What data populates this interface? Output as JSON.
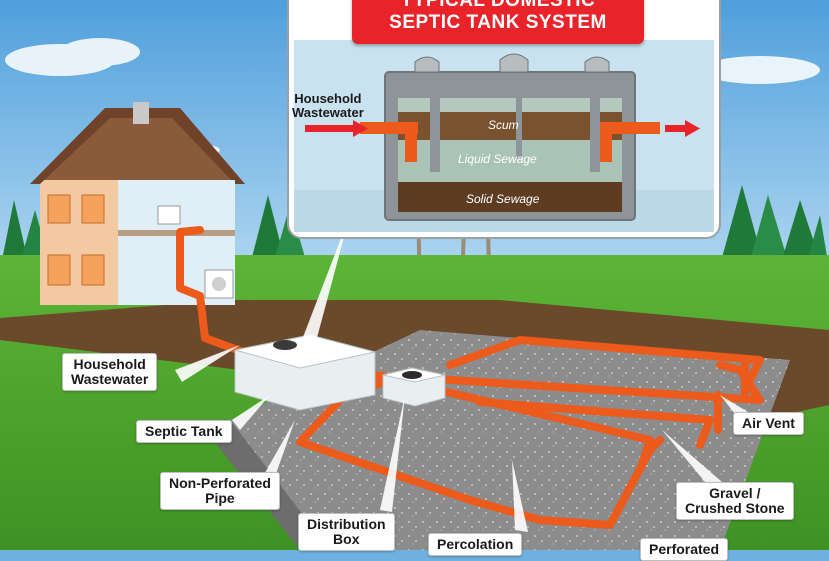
{
  "title": {
    "line1": "TYPICAL DOMESTIC",
    "line2": "SEPTIC TANK SYSTEM"
  },
  "inset": {
    "inlet_label": "Household\nWastewater",
    "layers": {
      "scum": "Scum",
      "liquid": "Liquid Sewage",
      "solid": "Solid Sewage"
    }
  },
  "callouts": {
    "household_wastewater": "Household\nWastewater",
    "septic_tank": "Septic Tank",
    "non_perforated_pipe": "Non-Perforated\nPipe",
    "distribution_box": "Distribution\nBox",
    "percolation": "Percolation",
    "air_vent": "Air Vent",
    "gravel": "Gravel /\nCrushed Stone",
    "perforated": "Perforated"
  },
  "colors": {
    "sky": "#6fb0e0",
    "grass": "#4faa2e",
    "soil": "#6b4a2b",
    "pipe": "#ec5a1c",
    "gravel": "#8f8f8f",
    "title_red": "#e8242a",
    "scum": "#7a5230",
    "liquid": "#a9c3b6",
    "solid": "#5e3c22"
  }
}
